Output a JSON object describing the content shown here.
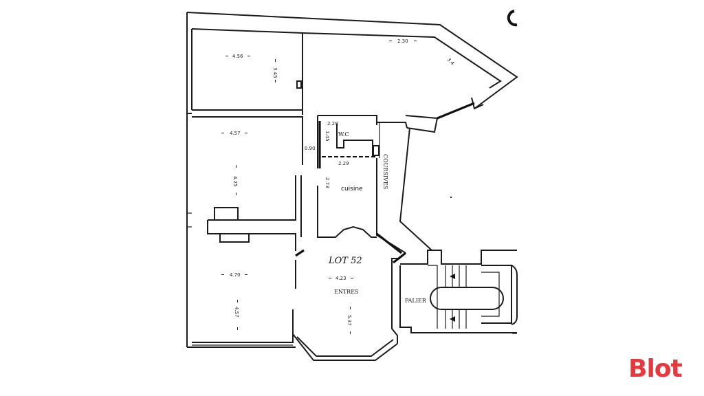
{
  "plan": {
    "lot_title": "LOT 52",
    "rooms": {
      "wc": "W.C",
      "cuisine": "cuisine",
      "coursives": "COURSIVES",
      "entrees": "ENTRES",
      "palier": "PALIER"
    },
    "dimensions": {
      "top_room_width": "4.56",
      "top_room_depth": "3.45",
      "corner_width": "2.30",
      "corner_side": "3.4",
      "middle_room_width": "4.57",
      "middle_room_depth": "4.25",
      "wc_width": "2.29",
      "wc_depth": "1.45",
      "wc_door": "0.90",
      "kitchen_width": "2.29",
      "kitchen_depth": "2.73",
      "bottom_room_width": "4.70",
      "bottom_room_depth": "4.57",
      "entry_width": "4.23",
      "entry_depth": "5.37"
    }
  },
  "brand": {
    "logo_text": "Blot",
    "color": "#e8383d"
  }
}
